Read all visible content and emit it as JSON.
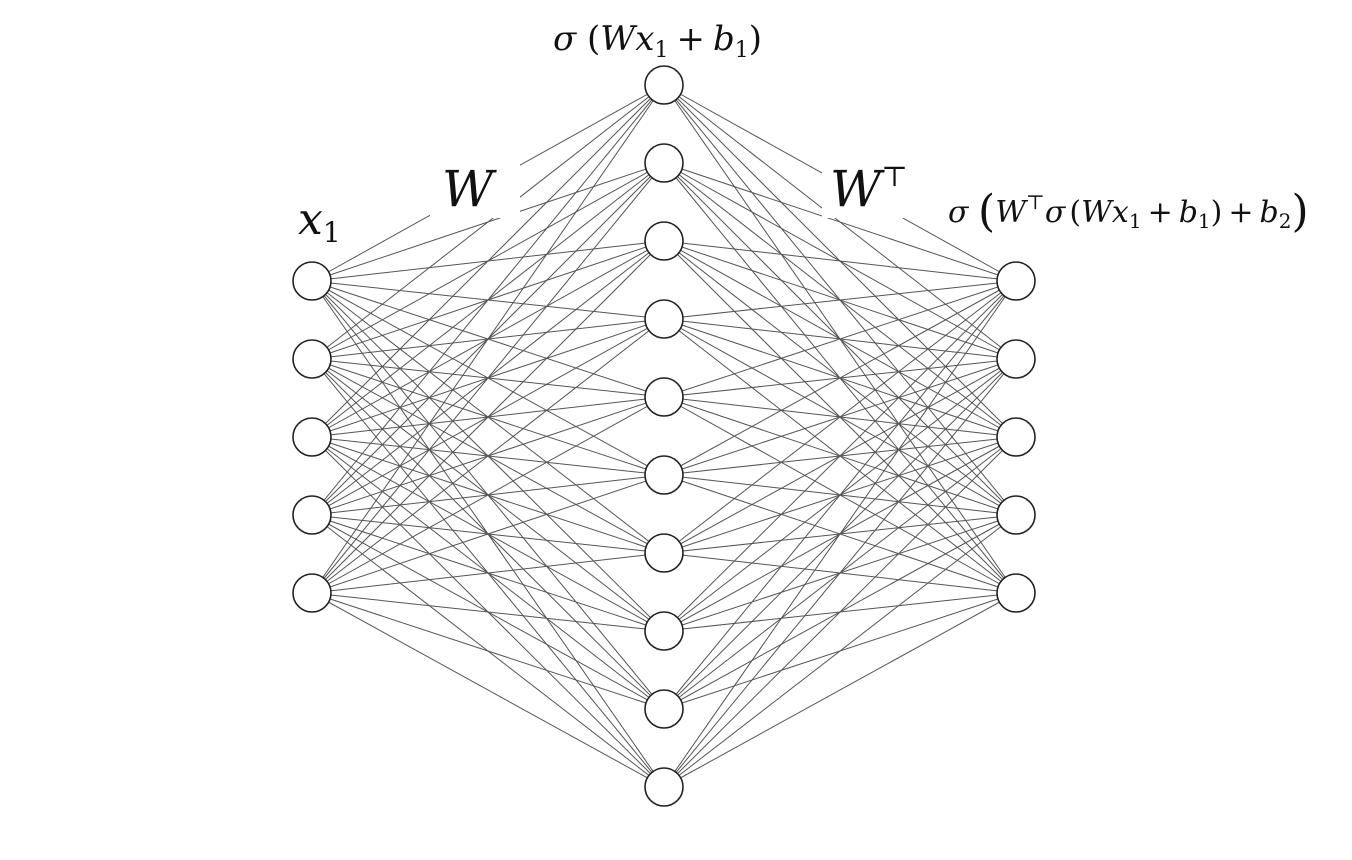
{
  "diagram": {
    "layers": {
      "input_count": 5,
      "hidden_count": 10,
      "output_count": 5
    },
    "labels": {
      "x1": {
        "var": "x",
        "sub": "1"
      },
      "W": "W",
      "WT": {
        "var": "W",
        "sup": "⊤"
      },
      "hidden_expr": {
        "sigma": "σ",
        "open": "(",
        "W": "W",
        "x": "x",
        "x_sub": "1",
        "plus": "+",
        "b": "b",
        "b_sub": "1",
        "close": ")"
      },
      "output_expr": {
        "sigma": "σ",
        "open": "(",
        "W": "W",
        "W_sup": "⊤",
        "sigma2": "σ",
        "open2": "(",
        "W2": "W",
        "x": "x",
        "x_sub": "1",
        "plus1": "+",
        "b1": "b",
        "b1_sub": "1",
        "close2": ")",
        "plus2": "+",
        "b2": "b",
        "b2_sub": "2",
        "close": ")"
      }
    },
    "colors": {
      "edge": "#555555",
      "node_stroke": "#222222",
      "node_fill": "#ffffff"
    }
  }
}
